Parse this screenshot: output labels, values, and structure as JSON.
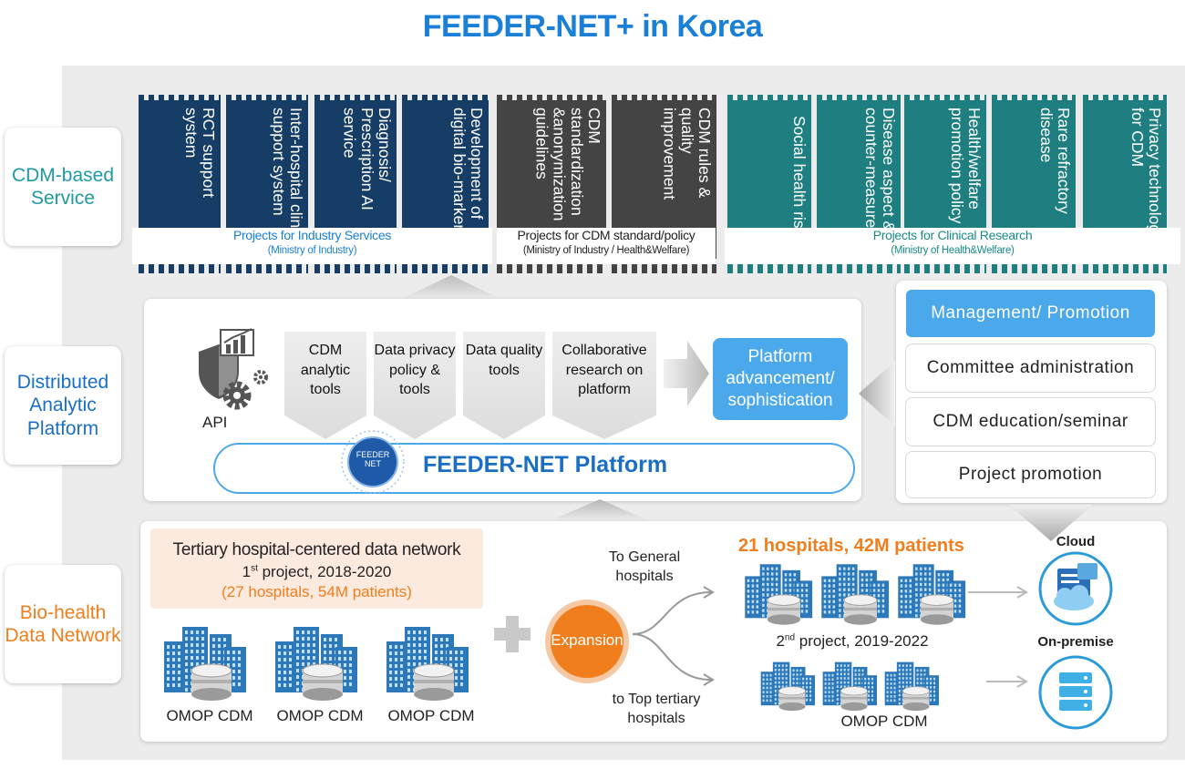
{
  "title": "FEEDER-NET+ in Korea",
  "colors": {
    "navy": "#163d66",
    "gray": "#444444",
    "teal": "#1f7f80",
    "blue": "#4ba8ea",
    "orange": "#f07e1d",
    "title": "#1a7fd6"
  },
  "rows": {
    "service": "CDM-based Service",
    "platform": "Distributed Analytic Platform",
    "network": "Bio-health Data Network"
  },
  "projects": {
    "industry": [
      "RCT support system",
      "Inter-hospital clinic support system",
      "Diagnosis/ Prescription AI service",
      "Development of digital bio-marker"
    ],
    "policy": [
      "CDM standardization &anonymization guidelines",
      "CDM rules & quality improvement"
    ],
    "clinical": [
      "Social health risk",
      "Disease aspect & counter-measures",
      "Health/welfare promotion policy",
      "Rare refractory disease",
      "Privacy technology for CDM"
    ]
  },
  "groups": {
    "industry": {
      "main": "Projects for Industry Services",
      "sub": "(Ministry of Industry)"
    },
    "policy": {
      "main": "Projects for CDM standard/policy",
      "sub": "(Ministry of Industry / Health&Welfare)"
    },
    "clinical": {
      "main": "Projects for Clinical Research",
      "sub": "(Ministry of Health&Welfare)"
    }
  },
  "platform": {
    "api": "API",
    "tools": [
      "CDM analytic tools",
      "Data privacy policy & tools",
      "Data quality tools",
      "Collaborative research on platform"
    ],
    "advancement": "Platform advancement/ sophistication",
    "name": "FEEDER-NET Platform",
    "logo": "FEEDER NET"
  },
  "management": {
    "head": "Management/ Promotion",
    "items": [
      "Committee administration",
      "CDM education/seminar",
      "Project promotion"
    ]
  },
  "network": {
    "tertiary_title": "Tertiary hospital-centered data network",
    "first_project_sup": "st",
    "first_project_pre": "1",
    "first_project": "project, 2018-2020",
    "first_stats": "(27 hospitals, 54M patients)",
    "omop": "OMOP CDM",
    "plus": "+",
    "expansion": "Expansion",
    "to_general": "To General hospitals",
    "to_top": "to Top tertiary hospitals",
    "second_stats": "21 hospitals, 42M patients",
    "second_project_pre": "2",
    "second_project_sup": "nd",
    "second_project": "project, 2019-2022",
    "cloud": "Cloud",
    "on_premise": "On-premise"
  }
}
